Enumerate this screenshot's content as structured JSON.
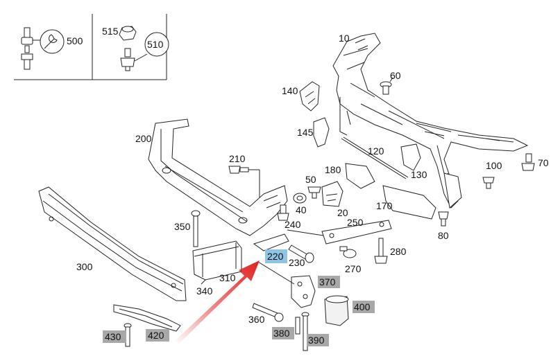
{
  "diagram": {
    "labels": {
      "p10": "10",
      "p60": "60",
      "p140": "140",
      "p145": "145",
      "p120": "120",
      "p130": "130",
      "p100": "100",
      "p70": "70",
      "p180": "180",
      "p50": "50",
      "p40": "40",
      "p20": "20",
      "p170": "170",
      "p80": "80",
      "p200": "200",
      "p210": "210",
      "p240": "240",
      "p250": "250",
      "p220": "220",
      "p230": "230",
      "p270": "270",
      "p280": "280",
      "p350": "350",
      "p300": "300",
      "p310": "310",
      "p340": "340",
      "p370": "370",
      "p400": "400",
      "p360": "360",
      "p380": "380",
      "p390": "390",
      "p430": "430",
      "p420": "420",
      "p500": "500",
      "p510": "510",
      "p515": "515"
    },
    "colors": {
      "highlight_tag": "#8fc4e4",
      "gray_tag": "#a8a8a8",
      "arrow": "#e02020"
    },
    "icons": [
      "wrench-icon",
      "red-arrow-icon"
    ]
  }
}
